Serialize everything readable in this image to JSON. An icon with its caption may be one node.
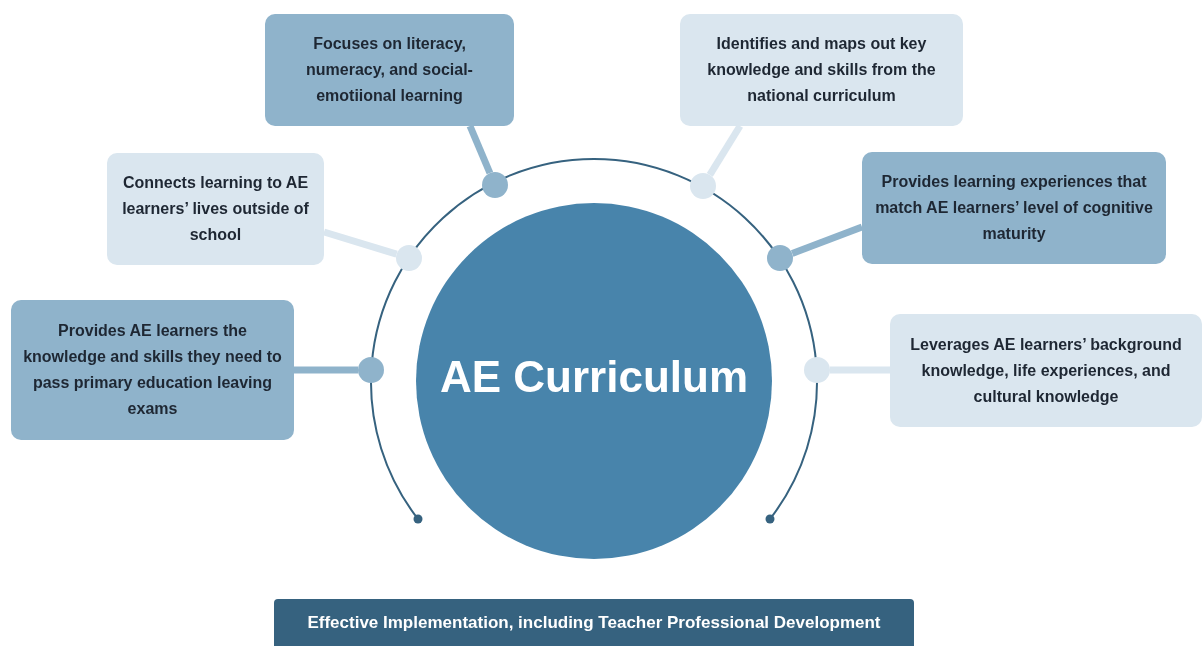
{
  "diagram": {
    "nodes": [
      {
        "text": [
          "AE Curriculum"
        ]
      },
      {
        "text": [
          "Focuses on literacy, numeracy, and social-emotiional learning"
        ]
      },
      {
        "text": [
          "Identifies and maps out key knowledge and skills from the national curriculum"
        ]
      },
      {
        "text": [
          "Connects learning to AE learners’ lives outside of school"
        ]
      },
      {
        "text": [
          "Provides learning experiences that match AE learners’ level of cognitive maturity"
        ]
      },
      {
        "text": [
          "Provides AE learners the knowledge and skills they need to pass primary education leaving exams"
        ]
      },
      {
        "text": [
          "Leverages AE learners’ background knowledge, life experiences, and cultural knowledge"
        ]
      },
      {
        "text": [
          "Effective Implementation, including Teacher Professional Development"
        ]
      },
      {
        "text": [],
        "shape": "circle"
      },
      {
        "text": [],
        "shape": "circle"
      },
      {
        "text": [],
        "shape": "circle"
      },
      {
        "text": [],
        "shape": "circle"
      },
      {
        "text": [],
        "shape": "circle"
      },
      {
        "text": [],
        "shape": "circle"
      }
    ],
    "edges": [
      {
        "from": 5,
        "to": 8,
        "arrow": "none",
        "color": "#8fb3cb"
      },
      {
        "from": 3,
        "to": 9,
        "arrow": "none",
        "color": "#dae6ef"
      },
      {
        "from": 1,
        "to": 10,
        "arrow": "none",
        "color": "#8fb3cb"
      },
      {
        "from": 2,
        "to": 11,
        "arrow": "none",
        "color": "#dae6ef"
      },
      {
        "from": 4,
        "to": 12,
        "arrow": "none",
        "color": "#8fb3cb"
      },
      {
        "from": 6,
        "to": 13,
        "arrow": "none",
        "color": "#dae6ef"
      }
    ]
  }
}
